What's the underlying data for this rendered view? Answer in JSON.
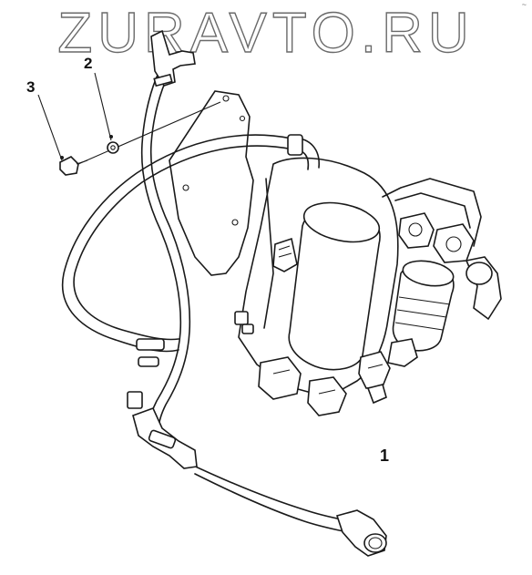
{
  "watermark": "ZURAVTO.RU",
  "callouts": {
    "part1": "1",
    "part2": "2",
    "part3": "3"
  }
}
